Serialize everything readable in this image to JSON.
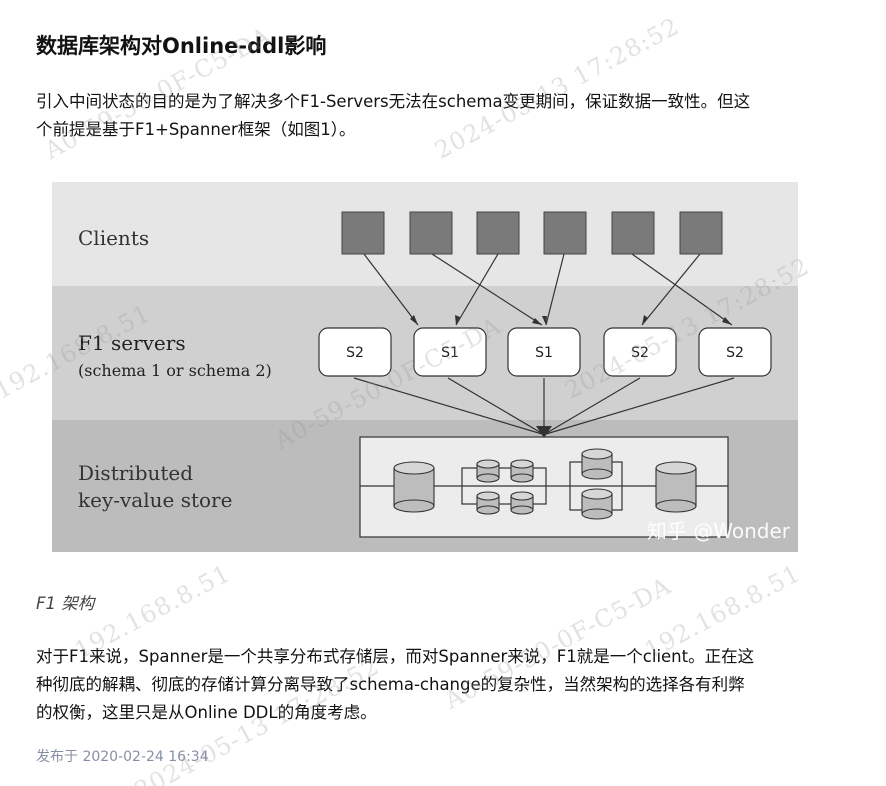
{
  "article": {
    "title": "数据库架构对Online-ddl影响",
    "para1_lines": [
      "引入中间状态的目的是为了解决多个F1-Servers无法在schema变更期间，保证数据一致性。但这",
      "个前提是基于F1+Spanner框架（如图1）。"
    ],
    "caption": "F1 架构",
    "para2_lines": [
      "对于F1来说，Spanner是一个共享分布式存储层，而对Spanner来说，F1就是一个client。正在这",
      "种彻底的解耦、彻底的存储计算分离导致了schema-change的复杂性，当然架构的选择各有利弊",
      "的权衡，这里只是从Online DDL的角度考虑。"
    ],
    "published": "发布于 2020-02-24 16:34"
  },
  "figure": {
    "clients_label": "Clients",
    "servers_label": "F1 servers",
    "servers_sublabel": "(schema 1 or schema 2)",
    "store_label_1": "Distributed",
    "store_label_2": "key-value store",
    "servers": [
      "S2",
      "S1",
      "S1",
      "S2",
      "S2"
    ],
    "credit": "知乎 @Wonder"
  },
  "watermarks": [
    "A0-59-50-0F-C5-DA",
    "2024-05-13  17:28:52",
    "192.168.8.51",
    "A0-59-50-0F-C5-DA",
    "2024-05-13  17:28:52",
    "192.168.8.51",
    "A0-59-50-0F-C5-DA",
    "2024-05-13  17:28:52",
    "192.168.8.51"
  ],
  "colors": {
    "band_clients": "#e6e6e6",
    "band_servers": "#d0d0d0",
    "band_store": "#bcbcbc",
    "client_box": "#7a7a7a",
    "meta": "#8590a6"
  }
}
